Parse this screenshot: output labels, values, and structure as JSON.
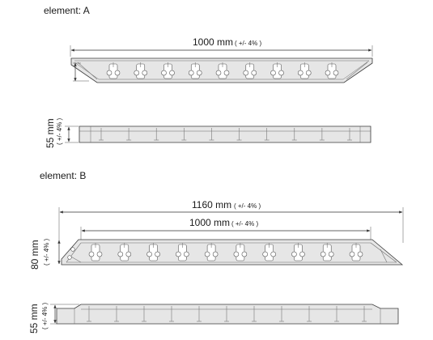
{
  "element_a": {
    "title": "element: A",
    "width_value": "1000 mm",
    "width_tolerance": "( +/- 4% )",
    "height_value": "55 mm",
    "height_tolerance": "( +/- 4% )",
    "top_bosses": 9,
    "side_posts": 10
  },
  "element_b": {
    "title": "element: B",
    "outer_width_value": "1160 mm",
    "outer_width_tolerance": "( +/- 4% )",
    "inner_width_value": "1000 mm",
    "inner_width_tolerance": "( +/- 4% )",
    "depth_value": "80 mm",
    "depth_tolerance": "( +/- 4% )",
    "height_value": "55 mm",
    "height_tolerance": "( +/- 4% )",
    "top_bosses": 10,
    "side_posts": 11
  },
  "colors": {
    "body_fill": "#e6e6e6",
    "outline": "#3a3a3a"
  }
}
